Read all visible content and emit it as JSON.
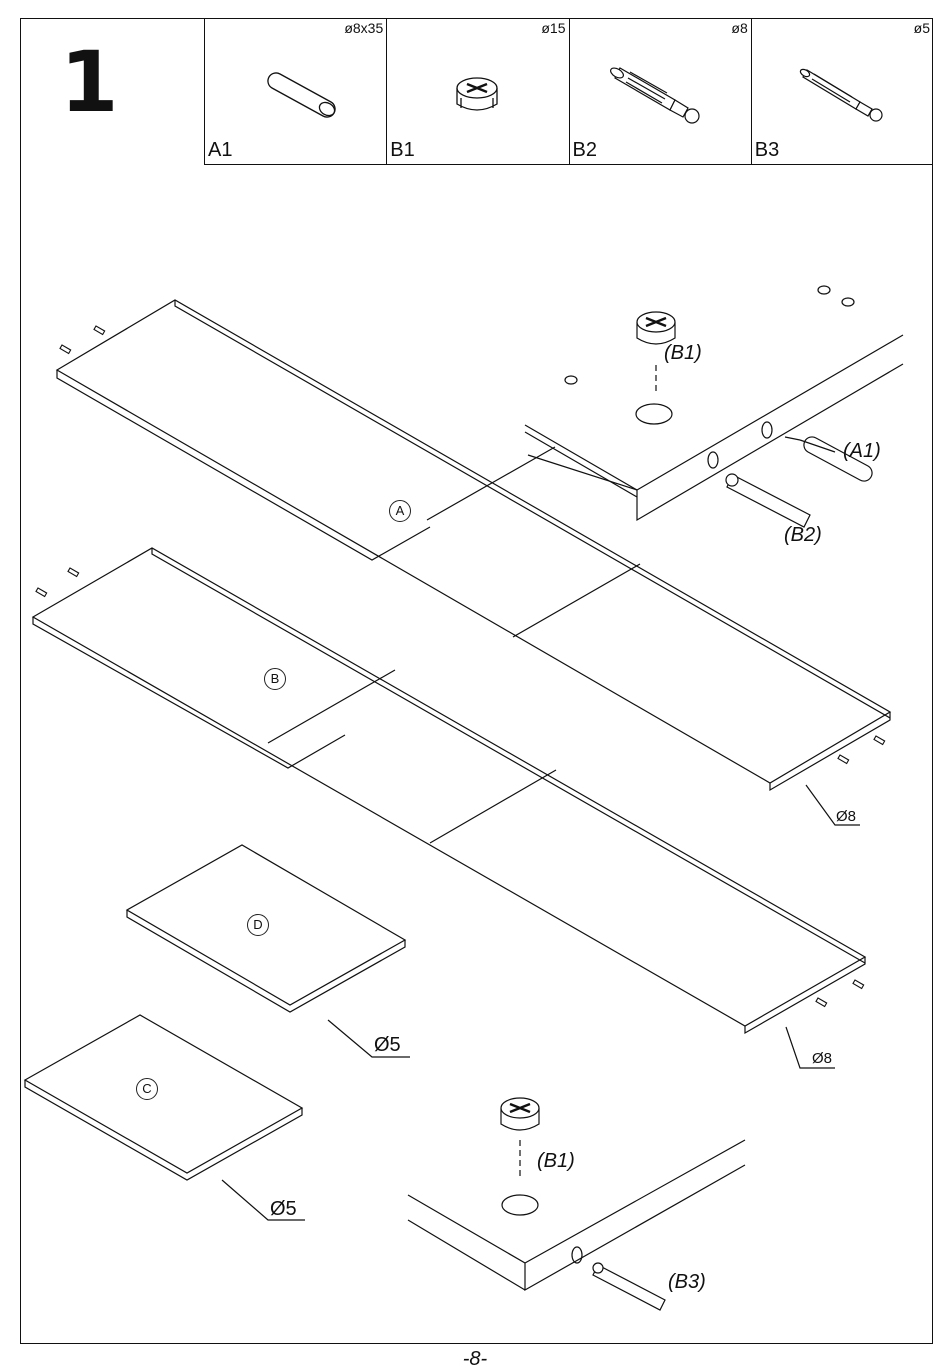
{
  "step": {
    "number": "1"
  },
  "parts": [
    {
      "code": "A1",
      "size": "ø8x35",
      "icon": "wooden-dowel-icon"
    },
    {
      "code": "B1",
      "size": "ø15",
      "icon": "cam-lock-icon"
    },
    {
      "code": "B2",
      "size": "ø8",
      "icon": "cam-bolt-icon"
    },
    {
      "code": "B3",
      "size": "ø5",
      "icon": "cam-bolt-small-icon"
    }
  ],
  "callouts": {
    "b1_top": "(B1)",
    "a1": "(A1)",
    "b2": "(B2)",
    "b1_bottom": "(B1)",
    "b3": "(B3)"
  },
  "panels": {
    "a": "A",
    "b": "B",
    "c": "C",
    "d": "D"
  },
  "dimensions": {
    "d8_upper": "Ø8",
    "d8_lower": "Ø8",
    "d5_d": "Ø5",
    "d5_c": "Ø5"
  },
  "page_number": "-8-"
}
